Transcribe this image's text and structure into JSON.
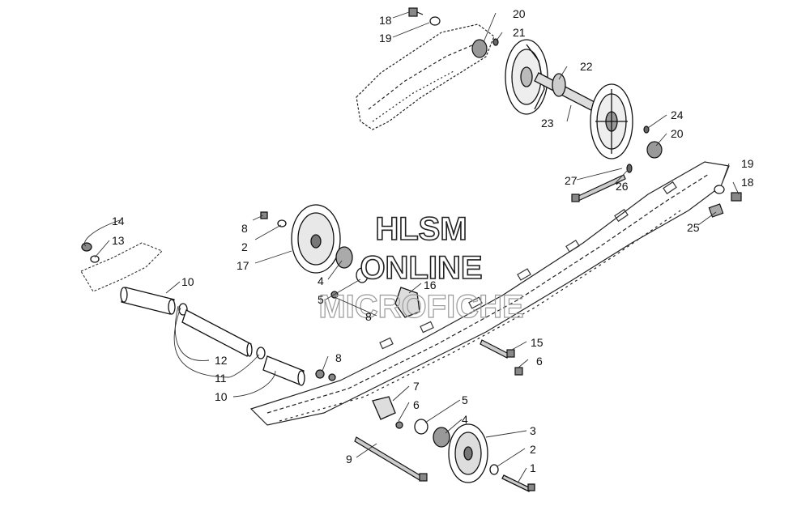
{
  "watermark": {
    "line1": "HLSM",
    "line2": "ONLINE",
    "line3": "MICROFICHE"
  },
  "callouts": [
    {
      "id": "c18a",
      "text": "18"
    },
    {
      "id": "c19a",
      "text": "19"
    },
    {
      "id": "c20a",
      "text": "20"
    },
    {
      "id": "c21",
      "text": "21"
    },
    {
      "id": "c22",
      "text": "22"
    },
    {
      "id": "c23",
      "text": "23"
    },
    {
      "id": "c24",
      "text": "24"
    },
    {
      "id": "c20b",
      "text": "20"
    },
    {
      "id": "c19b",
      "text": "19"
    },
    {
      "id": "c18b",
      "text": "18"
    },
    {
      "id": "c27",
      "text": "27"
    },
    {
      "id": "c26",
      "text": "26"
    },
    {
      "id": "c25",
      "text": "25"
    },
    {
      "id": "c14",
      "text": "14"
    },
    {
      "id": "c13",
      "text": "13"
    },
    {
      "id": "c8a",
      "text": "8"
    },
    {
      "id": "c2a",
      "text": "2"
    },
    {
      "id": "c17",
      "text": "17"
    },
    {
      "id": "c10a",
      "text": "10"
    },
    {
      "id": "c4a",
      "text": "4"
    },
    {
      "id": "c5a",
      "text": "5"
    },
    {
      "id": "c16",
      "text": "16"
    },
    {
      "id": "c8b",
      "text": "8"
    },
    {
      "id": "c15",
      "text": "15"
    },
    {
      "id": "c6a",
      "text": "6"
    },
    {
      "id": "c12",
      "text": "12"
    },
    {
      "id": "c11",
      "text": "11"
    },
    {
      "id": "c10b",
      "text": "10"
    },
    {
      "id": "c8c",
      "text": "8"
    },
    {
      "id": "c7",
      "text": "7"
    },
    {
      "id": "c6b",
      "text": "6"
    },
    {
      "id": "c5b",
      "text": "5"
    },
    {
      "id": "c4b",
      "text": "4"
    },
    {
      "id": "c3",
      "text": "3"
    },
    {
      "id": "c2b",
      "text": "2"
    },
    {
      "id": "c1",
      "text": "1"
    },
    {
      "id": "c9",
      "text": "9"
    }
  ]
}
